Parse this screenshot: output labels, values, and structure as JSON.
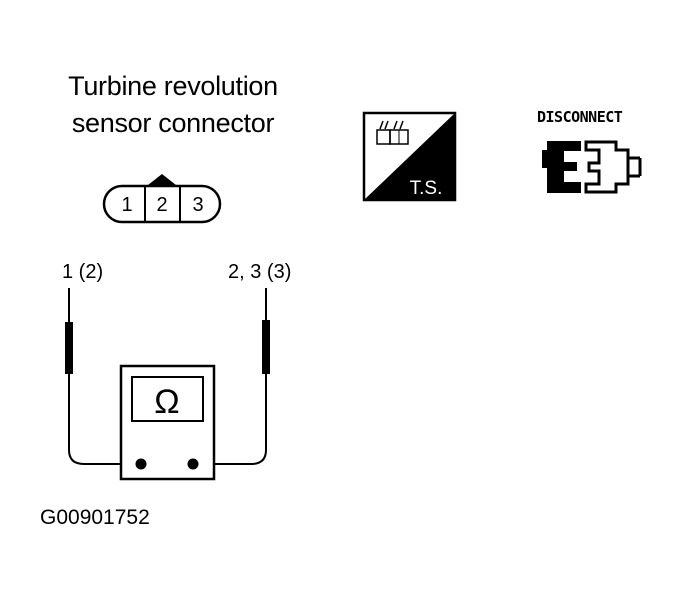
{
  "connector": {
    "title_line1": "Turbine revolution",
    "title_line2": "sensor connector",
    "pins": [
      "1",
      "2",
      "3"
    ]
  },
  "probes": {
    "left_label": "1 (2)",
    "right_label": "2, 3 (3)"
  },
  "meter": {
    "symbol": "Ω"
  },
  "ts_icon": {
    "label": "T.S."
  },
  "disconnect_icon": {
    "label": "DISCONNECT"
  },
  "figure_code": "G00901752"
}
